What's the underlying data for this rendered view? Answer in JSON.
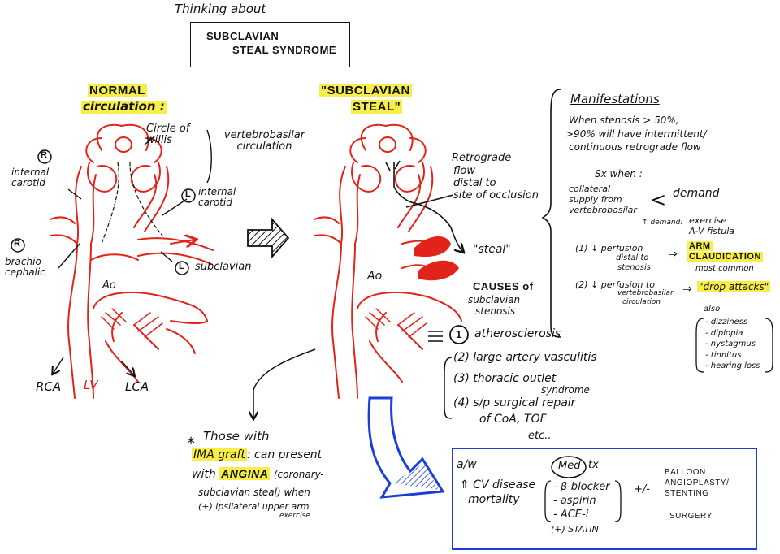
{
  "header": {
    "thinking": "Thinking about",
    "title_line1": "SUBCLAVIAN",
    "title_line2": "STEAL SYNDROME"
  },
  "normal": {
    "title_line1": "NORMAL",
    "title_line2": "circulation :",
    "circle_of_willis": "Circle of willis",
    "vertebrobasilar": "vertebrobasilar circulation",
    "r_marker": "R",
    "l_marker": "L",
    "internal_carotid_r": "internal carotid",
    "internal_carotid_l": "internal carotid",
    "brachiocephalic": "brachio- cephalic",
    "subclavian": "subclavian",
    "ao": "Ao",
    "rca": "RCA",
    "lv": "LV",
    "lca": "LCA"
  },
  "steal": {
    "title_line1": "\"SUBCLAVIAN",
    "title_line2": "STEAL\"",
    "retrograde_1": "Retrograde",
    "retrograde_2": "flow",
    "retrograde_3": "distal to",
    "retrograde_4": "site of occlusion",
    "steal_label": "\"steal\"",
    "ao": "Ao",
    "causes_1": "CAUSES of",
    "causes_2": "subclavian",
    "causes_3": "stenosis"
  },
  "causes": {
    "item1_num": "1",
    "item1": "atherosclerosis",
    "item2": "(2)  large artery vasculitis",
    "item3a": "(3)  thoracic outlet",
    "item3b": "syndrome",
    "item4a": "(4)  s/p surgical repair",
    "item4b": "of CoA, TOF",
    "etc": "etc.."
  },
  "manifestations": {
    "title": "Manifestations",
    "line1": "When stenosis > 50%,",
    "line2": ">90% will have intermittent/",
    "line3": "continuous retrograde flow",
    "sx_when": "Sx when :",
    "collateral_1": "collateral",
    "collateral_2": "supply from",
    "collateral_3": "vertebrobasilar",
    "lt": "<",
    "demand": "demand",
    "demand_note": "↑ demand:",
    "exercise": "exercise",
    "av_fistula": "A-V fistula",
    "p1_a": "(1)  ↓ perfusion",
    "p1_b": "distal to",
    "p1_c": "stenosis",
    "arrow": "⇒",
    "arm_1": "ARM",
    "arm_2": "CLAUDICATION",
    "most_common": "most common",
    "p2_a": "(2)  ↓ perfusion to",
    "p2_b": "vertebrobasilar",
    "p2_c": "circulation",
    "drop_attacks": "\"drop attacks\"",
    "also": "also",
    "symptoms": [
      "- dizziness",
      "- diplopia",
      "- nystagmus",
      "- tinnitus",
      "- hearing loss"
    ]
  },
  "ima": {
    "star": "*",
    "line1": "Those with",
    "ima_graft": "IMA graft",
    "line2": ": can present",
    "with": "with",
    "angina": "ANGINA",
    "coronary": "(coronary-",
    "line3": "subclavian steal) when",
    "line4": "(+) ipsilateral upper arm",
    "line5": "exercise"
  },
  "treatment": {
    "aw": "a/w",
    "cv_1": "⇑ CV disease",
    "cv_2": "mortality",
    "med": "Med",
    "tx": "tx",
    "drugs": [
      "- β-blocker",
      "- aspirin",
      "- ACE-i"
    ],
    "statin": "(+) STATIN",
    "plusminus": "+/-",
    "balloon_1": "BALLOON",
    "balloon_2": "ANGIOPLASTY/",
    "balloon_3": "STENTING",
    "surgery": "SURGERY"
  },
  "colors": {
    "red": "#e2231a",
    "highlight": "#f7ee4a",
    "blue": "#1b3fd6",
    "ink": "#111111"
  }
}
